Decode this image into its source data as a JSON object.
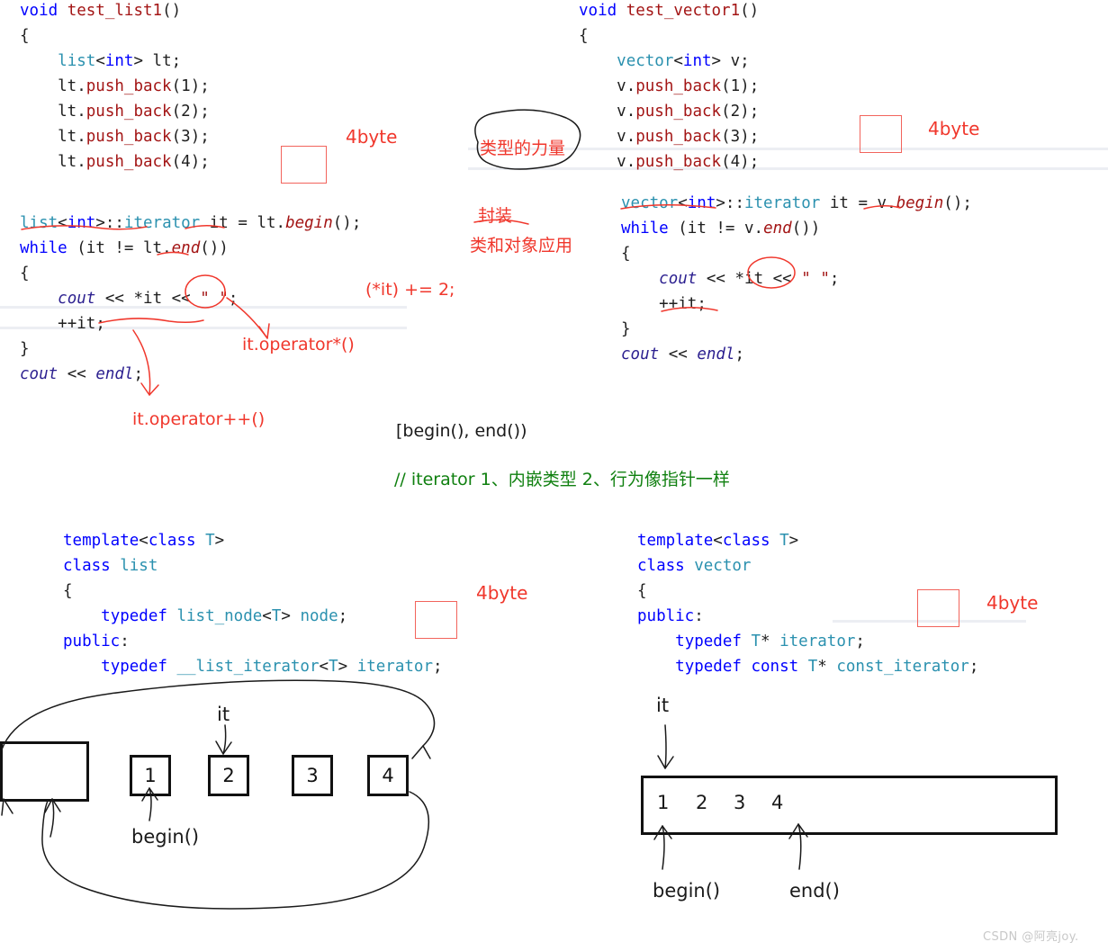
{
  "page": {
    "watermark": "CSDN @阿亮joy.",
    "accent_red": "#f0372c",
    "box_red": "#f2645c",
    "comment_green": "#108010",
    "keyword_blue": "#0000ff",
    "type_teal": "#2b91af",
    "func_darkred": "#a31515"
  },
  "code_list_demo": {
    "lines": [
      "void test_list1()",
      "{",
      "    list<int> lt;",
      "    lt.push_back(1);",
      "    lt.push_back(2);",
      "    lt.push_back(3);",
      "    lt.push_back(4);",
      "",
      "    list<int>::iterator it = lt.begin();",
      "    while (it != lt.end())",
      "    {",
      "        cout << *it << \" \";",
      "        ++it;",
      "    }",
      "    cout << endl;"
    ]
  },
  "code_vector_demo": {
    "lines": [
      "void test_vector1()",
      "{",
      "    vector<int> v;",
      "    v.push_back(1);",
      "    v.push_back(2);",
      "    v.push_back(3);",
      "    v.push_back(4);",
      "",
      "    vector<int>::iterator it = v.begin();",
      "    while (it != v.end())",
      "    {",
      "        cout << *it << \" \";",
      "        ++it;",
      "    }",
      "    cout << endl;"
    ]
  },
  "code_list_class": {
    "lines": [
      "template<class T>",
      "class list",
      "{",
      "    typedef list_node<T> node;",
      "public:",
      "    typedef __list_iterator<T> iterator;"
    ]
  },
  "code_vector_class": {
    "lines": [
      "template<class T>",
      "class vector",
      "{",
      "public:",
      "    typedef T* iterator;",
      "    typedef const T* const_iterator;"
    ]
  },
  "annotations": {
    "byte_label_1": "4byte",
    "byte_label_2": "4byte",
    "byte_label_3": "4byte",
    "byte_label_4": "4byte",
    "type_power": "类型的力量",
    "encapsulation": "封装",
    "class_object_app": "类和对象应用",
    "deref_add": "(*it) += 2;",
    "operator_star": "it.operator*()",
    "operator_inc": "it.operator++()",
    "range_note": "[begin(), end())",
    "iterator_comment": "// iterator 1、内嵌类型 2、行为像指针一样"
  },
  "list_diagram": {
    "sentinel_label": "",
    "nodes": [
      "1",
      "2",
      "3",
      "4"
    ],
    "it_label": "it",
    "begin_label": "begin()"
  },
  "vector_diagram": {
    "cells": [
      "1",
      "2",
      "3",
      "4"
    ],
    "it_label": "it",
    "begin_label": "begin()",
    "end_label": "end()"
  }
}
